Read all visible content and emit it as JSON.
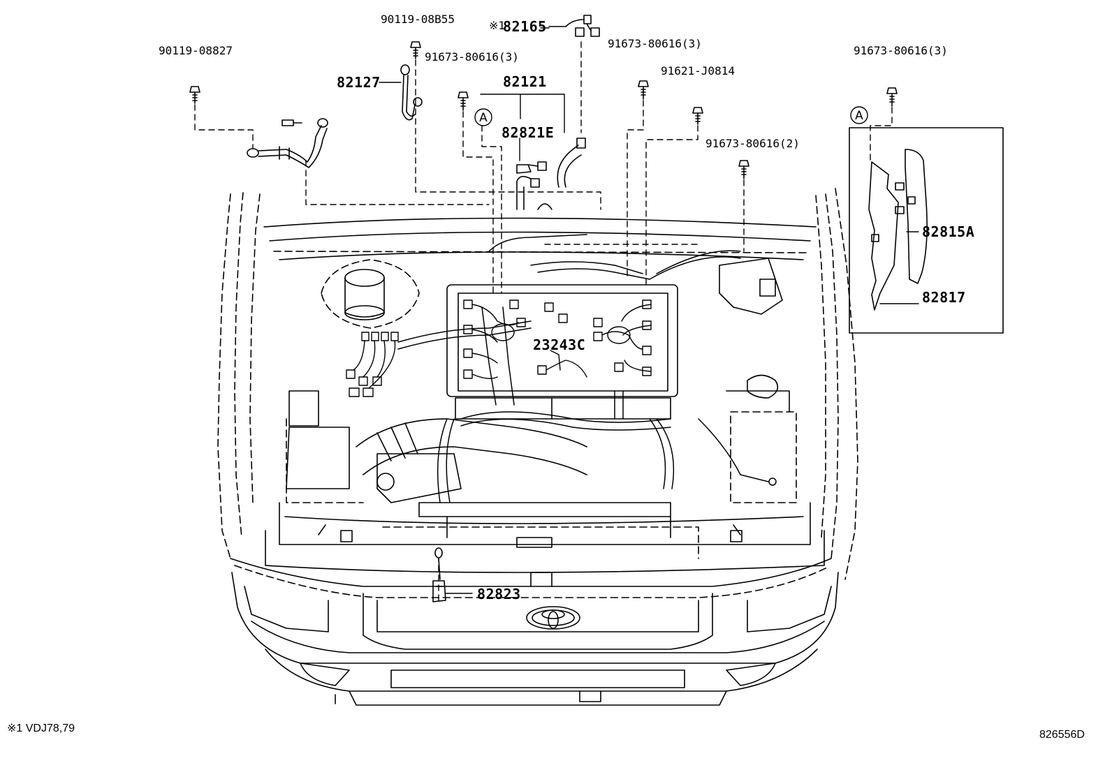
{
  "diagram": {
    "labels": {
      "bolt_90119_08827": "90119-08827",
      "bolt_90119_08b55": "90119-08B55",
      "wire_82127": "82127",
      "bolt_91673_a": "91673-80616(3)",
      "wire_82165": "82165",
      "note_mark_82165": "※1",
      "wire_82121": "82121",
      "clamp_82821e": "82821E",
      "bolt_91673_b": "91673-80616(3)",
      "bolt_91621": "91621-J0814",
      "bolt_91673_c": "91673-80616(2)",
      "bolt_91673_d": "91673-80616(3)",
      "protector_82815a": "82815A",
      "protector_82817": "82817",
      "harness_23243c": "23243C",
      "clamp_82823": "82823",
      "ref_a_1": "A",
      "ref_a_2": "A"
    },
    "footnote": "※1 VDJ78,79",
    "drawing_id": "826556D"
  }
}
